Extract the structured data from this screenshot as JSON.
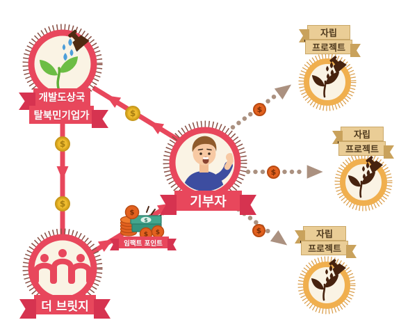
{
  "nodes": {
    "entrepreneur": {
      "label_line1": "개발도상국",
      "label_line2": "탈북민기업가",
      "icon": "watered-sprout-icon"
    },
    "donor": {
      "label": "기부자",
      "icon": "waving-person-icon"
    },
    "bridge": {
      "label": "더 브릿지",
      "icon": "three-people-icon"
    },
    "impact_points": {
      "label": "임팩트 포인트",
      "icon": "money-stack-icon"
    },
    "projects": [
      {
        "label_line1": "자립",
        "label_line2": "프로젝트",
        "icon": "watered-sprout-icon"
      },
      {
        "label_line1": "자립",
        "label_line2": "프로젝트",
        "icon": "watered-sprout-icon"
      },
      {
        "label_line1": "자립",
        "label_line2": "프로젝트",
        "icon": "watered-sprout-icon"
      }
    ]
  },
  "coin_symbol": "$",
  "colors": {
    "primary_red": "#E8475C",
    "ribbon_dark_red": "#D63350",
    "node_fill_cream": "#FAF3E4",
    "spike_brown": "#8A5247",
    "gold_coin": "#EDBB2E",
    "orange_coin": "#E2611F",
    "project_ring_orange": "#F0AF4E",
    "project_spike_tan": "#D99C48",
    "project_plant_brown": "#47230F",
    "leaf_green": "#6CBD45",
    "water_blue": "#4D9ED9",
    "tan_banner": "#EACD96",
    "dotted_arrow": "#AB9180",
    "bill_green": "#3FA189",
    "shirt_blue": "#3D4DA0"
  }
}
